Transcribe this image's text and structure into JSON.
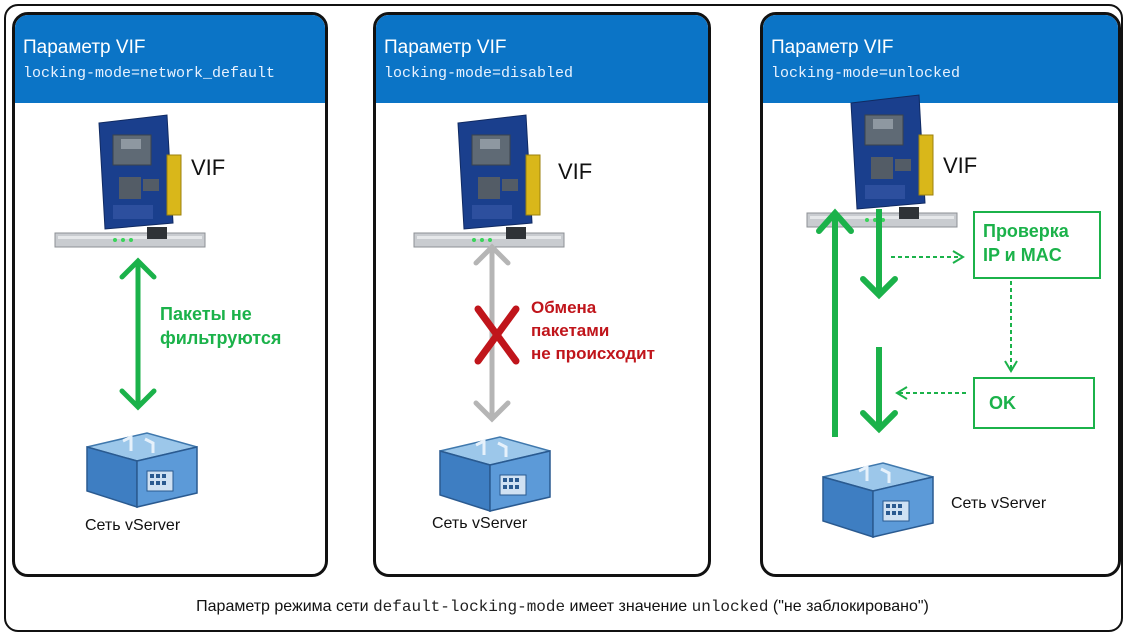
{
  "panels": [
    {
      "title": "Параметр VIF",
      "mode": "locking-mode=network_default",
      "vif_label": "VIF",
      "network_label": "Сеть vServer",
      "status_line1": "Пакеты не",
      "status_line2": "фильтруются"
    },
    {
      "title": "Параметр VIF",
      "mode": "locking-mode=disabled",
      "vif_label": "VIF",
      "network_label": "Сеть vServer",
      "status_line1": "Обмена",
      "status_line2": "пакетами",
      "status_line3": "не происходит"
    },
    {
      "title": "Параметр VIF",
      "mode": "locking-mode=unlocked",
      "vif_label": "VIF",
      "network_label": "Сеть vServer",
      "check_line1": "Проверка",
      "check_line2": "IP и MAC",
      "ok_label": "OK"
    }
  ],
  "footer": {
    "text1": "Параметр режима сети",
    "param": "default-locking-mode",
    "text2": "имеет значение",
    "value": "unlocked",
    "text3": "(\"не заблокировано\")"
  },
  "colors": {
    "header_blue": "#0b74c6",
    "green": "#1bb24a",
    "red": "#c0151b",
    "gray_arrow": "#b5b5b5"
  }
}
